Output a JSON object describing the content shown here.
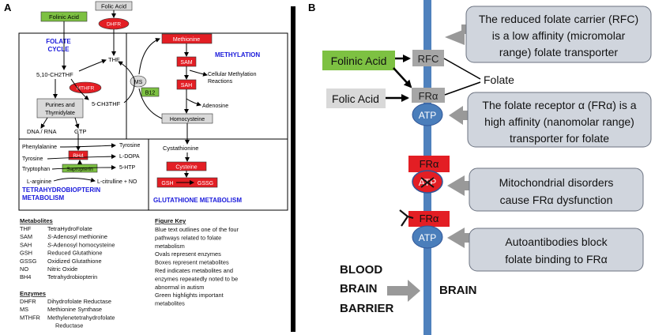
{
  "panel_labels": {
    "a": "A",
    "b": "B"
  },
  "panel_a": {
    "nodes": {
      "folinic_acid": "Folinic Acid",
      "folic_acid": "Folic Acid",
      "dhfr": "DHFR",
      "thf": "THF",
      "methylene_thf": "5,10-CH2THF",
      "mthfr": "MTHFR",
      "methyl_thf": "5-CH3THF",
      "ms": "MS",
      "b12": "B12",
      "purines_line1": "Purines and",
      "purines_line2": "Thymidylate",
      "dna_rna": "DNA / RNA",
      "gtp": "GTP",
      "methionine": "Methionine",
      "sam": "SAM",
      "sah": "SAH",
      "cellular_methylation_line1": "Cellular Methylation",
      "cellular_methylation_line2": "Reactions",
      "adenosine": "Adenosine",
      "homocysteine": "Homocysteine",
      "cystathionine": "Cystathionine",
      "cysteine": "Cysteine",
      "gsh": "GSH",
      "gssg": "GSSG",
      "bh4": "BH4",
      "sapropterin": "Sapropterin",
      "phenylalanine": "Phenylalanine",
      "tyrosine_left": "Tyrosine",
      "tryptophan": "Tryptophan",
      "l_arginine": "L-arginine",
      "tyrosine_right": "Tyrosine",
      "l_dopa": "L-DOPA",
      "five_htp": "5-HTP",
      "l_citrulline": "L-citrulline + NO"
    },
    "section_titles": {
      "folate_cycle_line1": "FOLATE",
      "folate_cycle_line2": "CYCLE",
      "methylation": "METHYLATION",
      "bh4_line1": "TETRAHYDROBIOPTERIN",
      "bh4_line2": "METABOLISM",
      "glutathione": "GLUTATHIONE METABOLISM"
    },
    "metabolites_heading": "Metabolites",
    "metabolites": [
      {
        "abbr": "THF",
        "name": "TetraHydroFolate"
      },
      {
        "abbr": "SAM",
        "name": "S-Adenosyl methionine"
      },
      {
        "abbr": "SAH",
        "name": "S-Adenosyl homocysteine"
      },
      {
        "abbr": "GSH",
        "name": "Reduced Glutathione"
      },
      {
        "abbr": "GSSG",
        "name": "Oxidized Glutathione"
      },
      {
        "abbr": "NO",
        "name": "Nitric Oxide"
      },
      {
        "abbr": "BH4",
        "name": "Tetrahydrobiopterin"
      }
    ],
    "enzymes_heading": "Enzymes",
    "enzymes": [
      {
        "abbr": "DHFR",
        "name": "Dihydrofolate Reductase"
      },
      {
        "abbr": "MS",
        "name": "Methionine Synthase"
      },
      {
        "abbr": "MTHFR",
        "name": "Methylenetetrahydrofolate"
      },
      {
        "abbr": "",
        "name": "Reductase"
      }
    ],
    "figure_key_heading": "Figure Key",
    "figure_key": [
      "Blue text outlines one of the four",
      "pathways related to folate",
      "metabolism",
      "Ovals represent enzymes",
      "Boxes represent metabolites",
      "Red indicates metabolites and",
      "enzymes repeatedly noted to be",
      "abnormal in autism",
      "Green highlights important",
      "metabolites"
    ]
  },
  "panel_b": {
    "folinic_acid": "Folinic Acid",
    "folic_acid": "Folic Acid",
    "rfc": "RFC",
    "fra": "FRα",
    "folate": "Folate",
    "atp": "ATP",
    "brain": "BRAIN",
    "bbb_line1": "BLOOD",
    "bbb_line2": "BRAIN",
    "bbb_line3": "BARRIER",
    "callouts": [
      [
        "The reduced folate carrier (RFC)",
        "is a low affinity (micromolar",
        "range) folate transporter"
      ],
      [
        "The folate receptor α (FRα) is a",
        "high affinity (nanomolar range)",
        "transporter for folate"
      ],
      [
        "Mitochondrial disorders",
        "cause FRα dysfunction"
      ],
      [
        "Autoantibodies block",
        "folate binding to FRα"
      ]
    ]
  },
  "colors": {
    "red": "#e31e24",
    "green": "#7dc142",
    "gray_box": "#d9d9d9",
    "gray_arrow": "#999999",
    "callout_fill": "#d0d5dd",
    "membrane": "#4f81bd",
    "atp_fill": "#4a7ebb",
    "section_blue": "#1a1adb"
  }
}
